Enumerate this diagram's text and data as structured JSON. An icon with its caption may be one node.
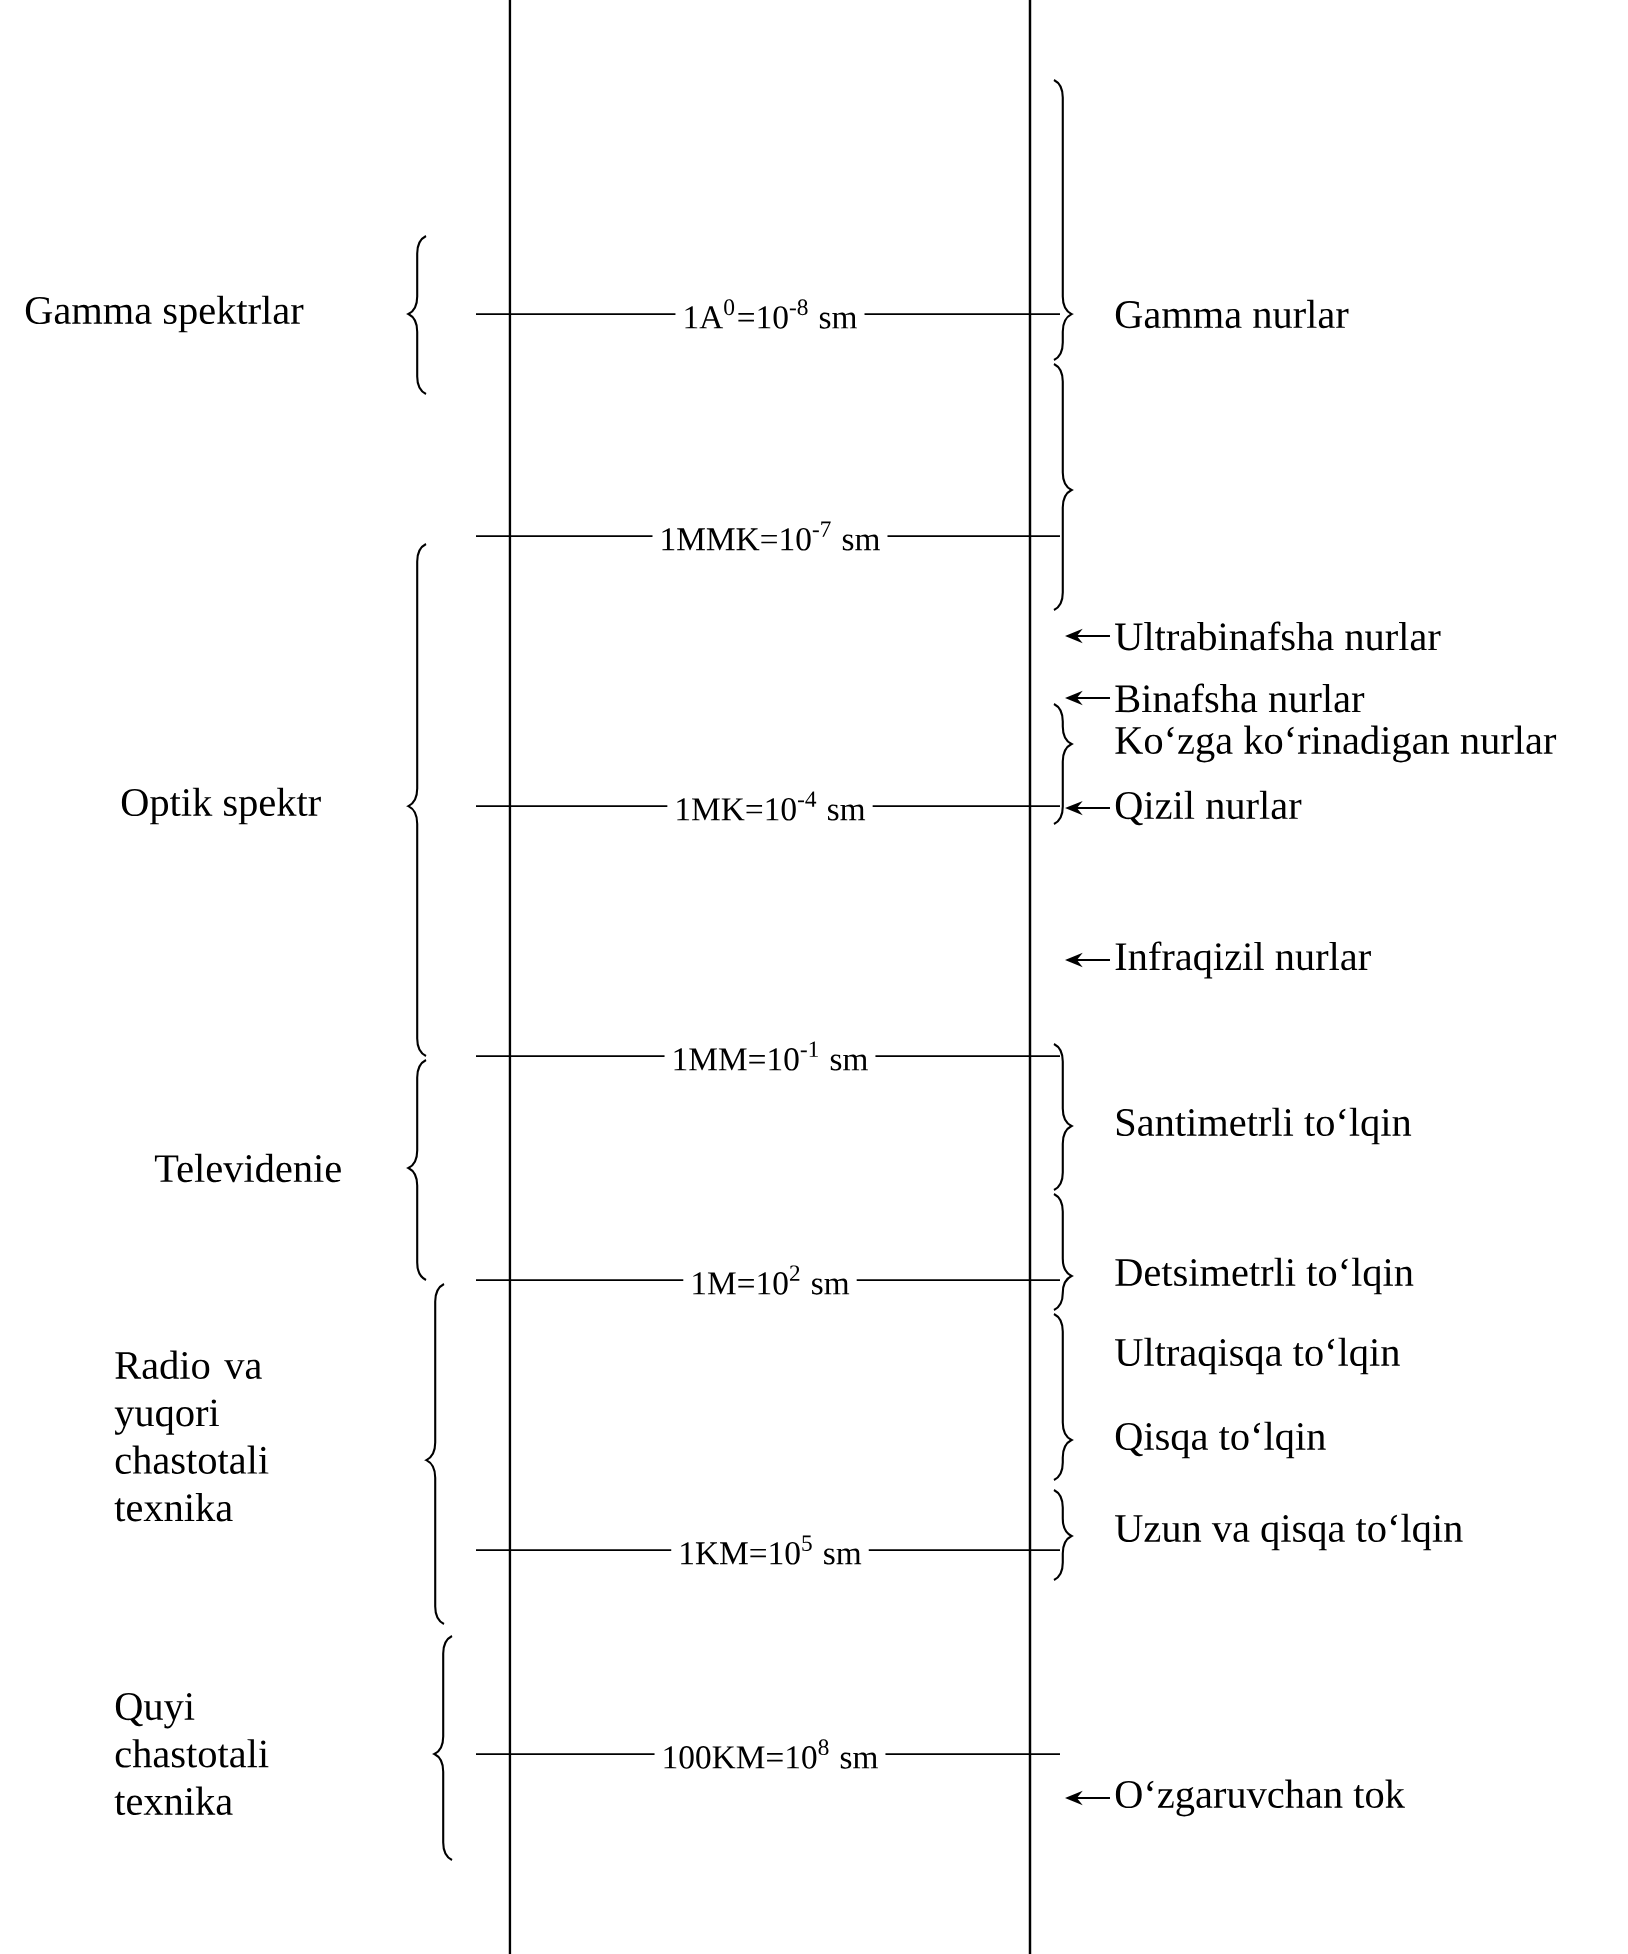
{
  "diagram": {
    "nodes": [
      {
        "text": [
          "Ultrabinafsha nurlar"
        ]
      },
      {
        "text": [
          "Binafsha nurlar"
        ]
      },
      {
        "text": [
          "Qizil nurlar"
        ]
      },
      {
        "text": [
          "Infraqizil nurlar"
        ]
      },
      {
        "text": [
          "O‘zgaruvchan tok"
        ]
      }
    ],
    "edges": [
      {
        "from": 0,
        "to": null,
        "arrow": "to"
      },
      {
        "from": 1,
        "to": null,
        "arrow": "to"
      },
      {
        "from": 2,
        "to": null,
        "arrow": "to"
      },
      {
        "from": 3,
        "to": null,
        "arrow": "to"
      },
      {
        "from": 4,
        "to": null,
        "arrow": "to"
      }
    ],
    "labels": [
      "Gamma spektrlar",
      "1A$^{0}$=10$^{-8}$ sm",
      "Gamma nurlar",
      "1MMK=10$^{-7}$ sm",
      "Ko‘zga ko‘rinadigan nurlar",
      "Optik spektr",
      "1MK=10$^{-4}$ sm",
      "1MM=10$^{-1}$ sm",
      "Televidenie",
      "Santimetrli to‘lqin",
      "1M=10$^{2}$ sm",
      "Detsimetrli to‘lqin",
      "Ultraqisqa to‘lqin",
      "Radio va yuqori chastotali texnika",
      "Qisqa to‘lqin",
      "1KM=10$^{5}$ sm",
      "Uzun va qisqa to‘lqin",
      "Quyi chastotali texnika",
      "100KM=10$^{8}$ sm"
    ]
  }
}
